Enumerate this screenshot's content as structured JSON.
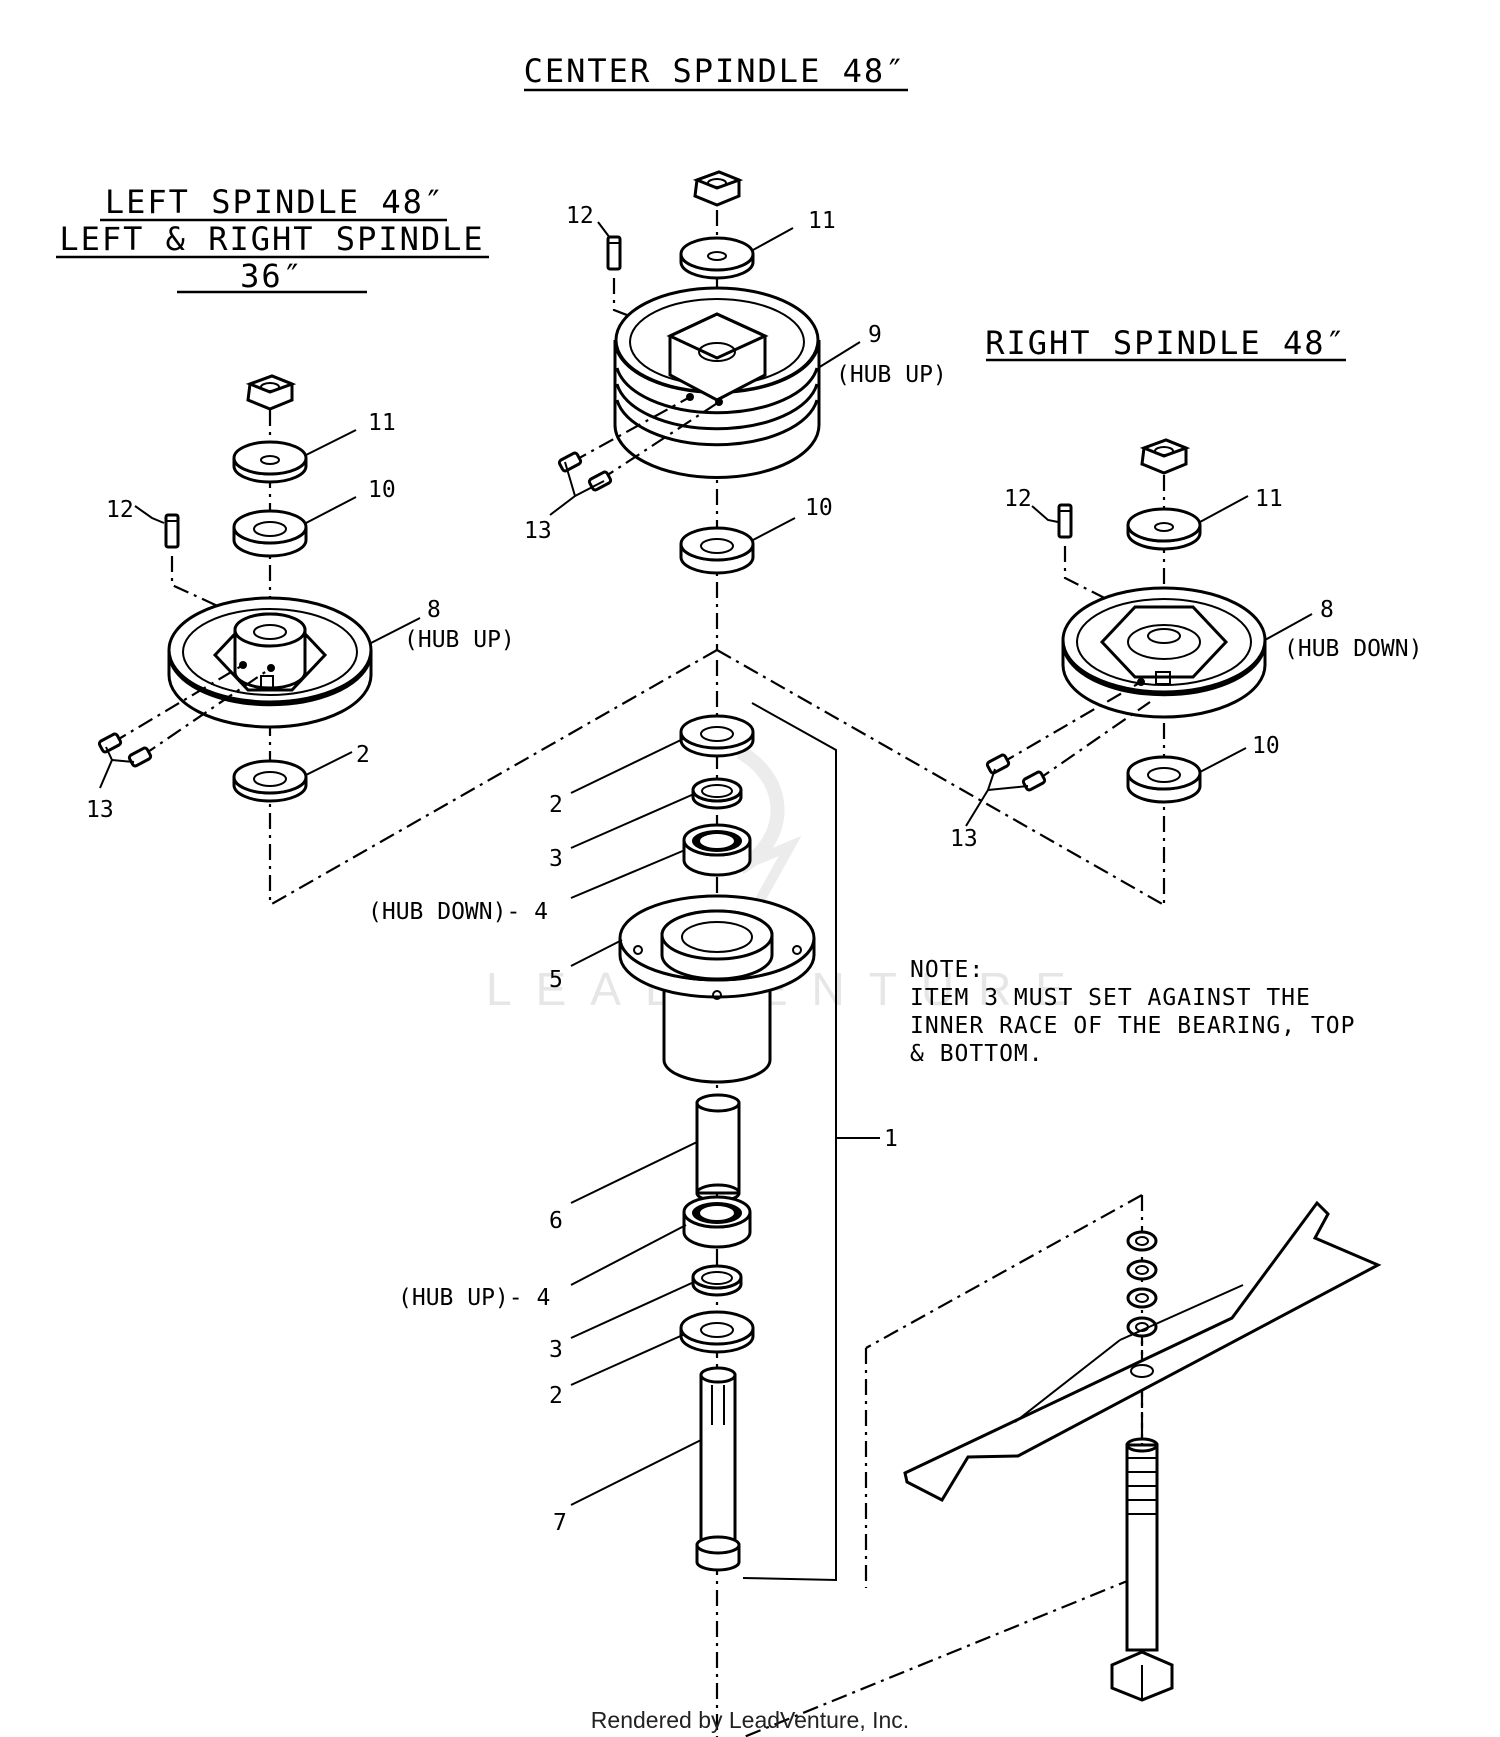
{
  "titles": {
    "center": "CENTER SPINDLE 48″",
    "left_line1": "LEFT SPINDLE 48″",
    "left_line2": "LEFT & RIGHT SPINDLE",
    "left_line3": "36″",
    "right": "RIGHT SPINDLE 48″"
  },
  "callouts": {
    "c12": "12",
    "c11": "11",
    "c9": "9",
    "c9_note": "(HUB UP)",
    "c13": "13",
    "c10": "10",
    "l11": "11",
    "l10": "10",
    "l12": "12",
    "l8": "8",
    "l8_note": "(HUB UP)",
    "l2": "2",
    "l13": "13",
    "r12": "12",
    "r11": "11",
    "r8": "8",
    "r8_note": "(HUB DOWN)",
    "r10": "10",
    "r13": "13",
    "m2a": "2",
    "m3a": "3",
    "m4a": "(HUB DOWN)- 4",
    "m5": "5",
    "m1": "1",
    "m6": "6",
    "m4b": "(HUB UP)- 4",
    "m3b": "3",
    "m2b": "2",
    "m7": "7"
  },
  "note": {
    "line1": "NOTE:",
    "line2": "ITEM 3 MUST SET AGAINST THE",
    "line3": "INNER RACE OF THE BEARING, TOP",
    "line4": "& BOTTOM."
  },
  "watermark": "LEADVENTURE",
  "footer": "Rendered by LeadVenture, Inc."
}
